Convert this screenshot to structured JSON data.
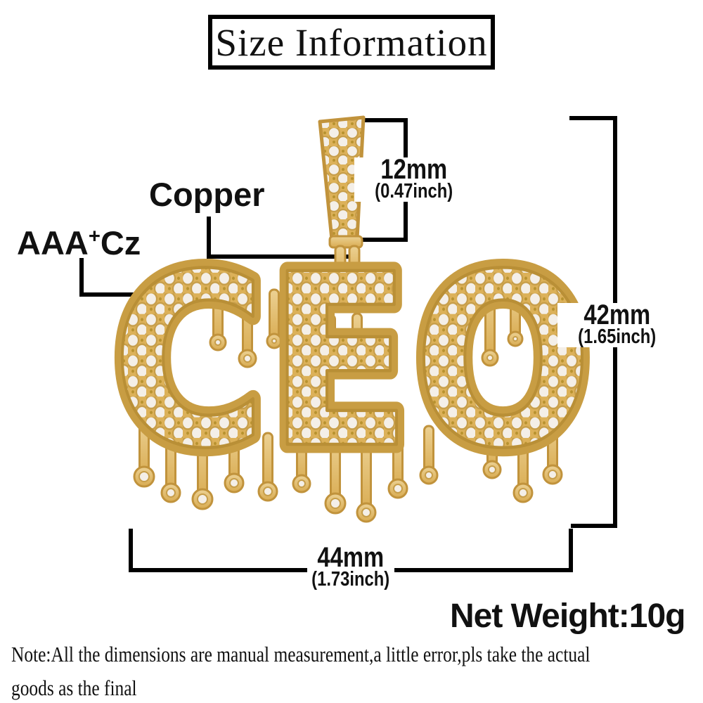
{
  "title": "Size Information",
  "callouts": {
    "material": "Copper",
    "stone_prefix": "AAA",
    "stone_superscript": "+",
    "stone_suffix": "Cz"
  },
  "measurements": {
    "bail_width": {
      "mm": "12mm",
      "inch": "(0.47inch)"
    },
    "pendant_height": {
      "mm": "42mm",
      "inch": "(1.65inch)"
    },
    "pendant_width": {
      "mm": "44mm",
      "inch": "(1.73inch)"
    }
  },
  "net_weight": "Net Weight:10g",
  "note": {
    "line1": "Note:All the dimensions are manual measurement,a little error,pls take the actual",
    "line2": "goods as the final"
  },
  "pendant": {
    "letters": "CEO"
  },
  "colors": {
    "line": "#000000",
    "text": "#111111",
    "gold": "#dcb159",
    "gold-dark": "#c1933c",
    "gold-light": "#ecd193",
    "stone": "#f4efe8",
    "stone-edge": "#c79e4a",
    "bg": "#ffffff"
  }
}
